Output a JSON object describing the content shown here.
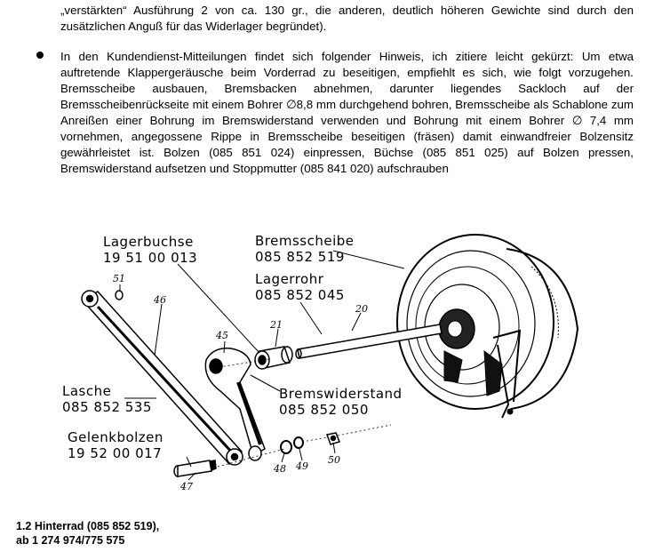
{
  "text": {
    "para_top": "„verstärkten“ Ausführung 2 von ca. 130 gr., die anderen, deutlich höheren Gewichte sind durch den zusätzlichen Anguß für das Widerlager begründet).",
    "para_note": "In den Kundendienst-Mitteilungen findet sich folgender Hinweis, ich zitiere leicht gekürzt: Um etwa auftretende Klappergeräusche beim Vorderrad zu beseitigen, empfiehlt es sich, wie folgt vorzugehen. Bremsscheibe ausbauen, Bremsbacken abnehmen, darunter liegendes Sackloch auf der Bremsscheibenrückseite mit einem Bohrer ∅8,8 mm durchgehend bohren, Bremsscheibe als Schablone zum Anreißen einer Bohrung im Bremswiderstand verwenden und Bohrung mit einem Bohrer ∅ 7,4 mm vornehmen, angegossene Rippe in Bremsscheibe beseitigen (fräsen) damit einwandfreier Bolzensitz gewährleistet ist. Bolzen (085 851 024) einpressen, Büchse (085 851 025) auf Bolzen pressen, Bremswiderstand aufsetzen und Stoppmutter (085 841 020) aufschrauben",
    "heading_line1": "1.2 Hinterrad (085 852 519),",
    "heading_line2": "ab 1 274 974/775 575"
  },
  "figure": {
    "labels": {
      "lagerbuchse_name": "Lagerbuchse",
      "lagerbuchse_no": "19 51 00 013",
      "bremsscheibe_name": "Bremsscheibe",
      "bremsscheibe_no": "085 852 519",
      "lagerrohr_name": "Lagerrohr",
      "lagerrohr_no": "085 852 045",
      "lasche_name": "Lasche",
      "lasche_no": "085 852 535",
      "bremswiderstand_name": "Bremswiderstand",
      "bremswiderstand_no": "085 852 050",
      "gelenkbolzen_name": "Gelenkbolzen",
      "gelenkbolzen_no": "19 52 00 017"
    },
    "part_numbers": {
      "n51": "51",
      "n46": "46",
      "n45": "45",
      "n21": "21",
      "n20": "20",
      "n47": "47",
      "n48": "48",
      "n49": "49",
      "n50": "50"
    }
  }
}
